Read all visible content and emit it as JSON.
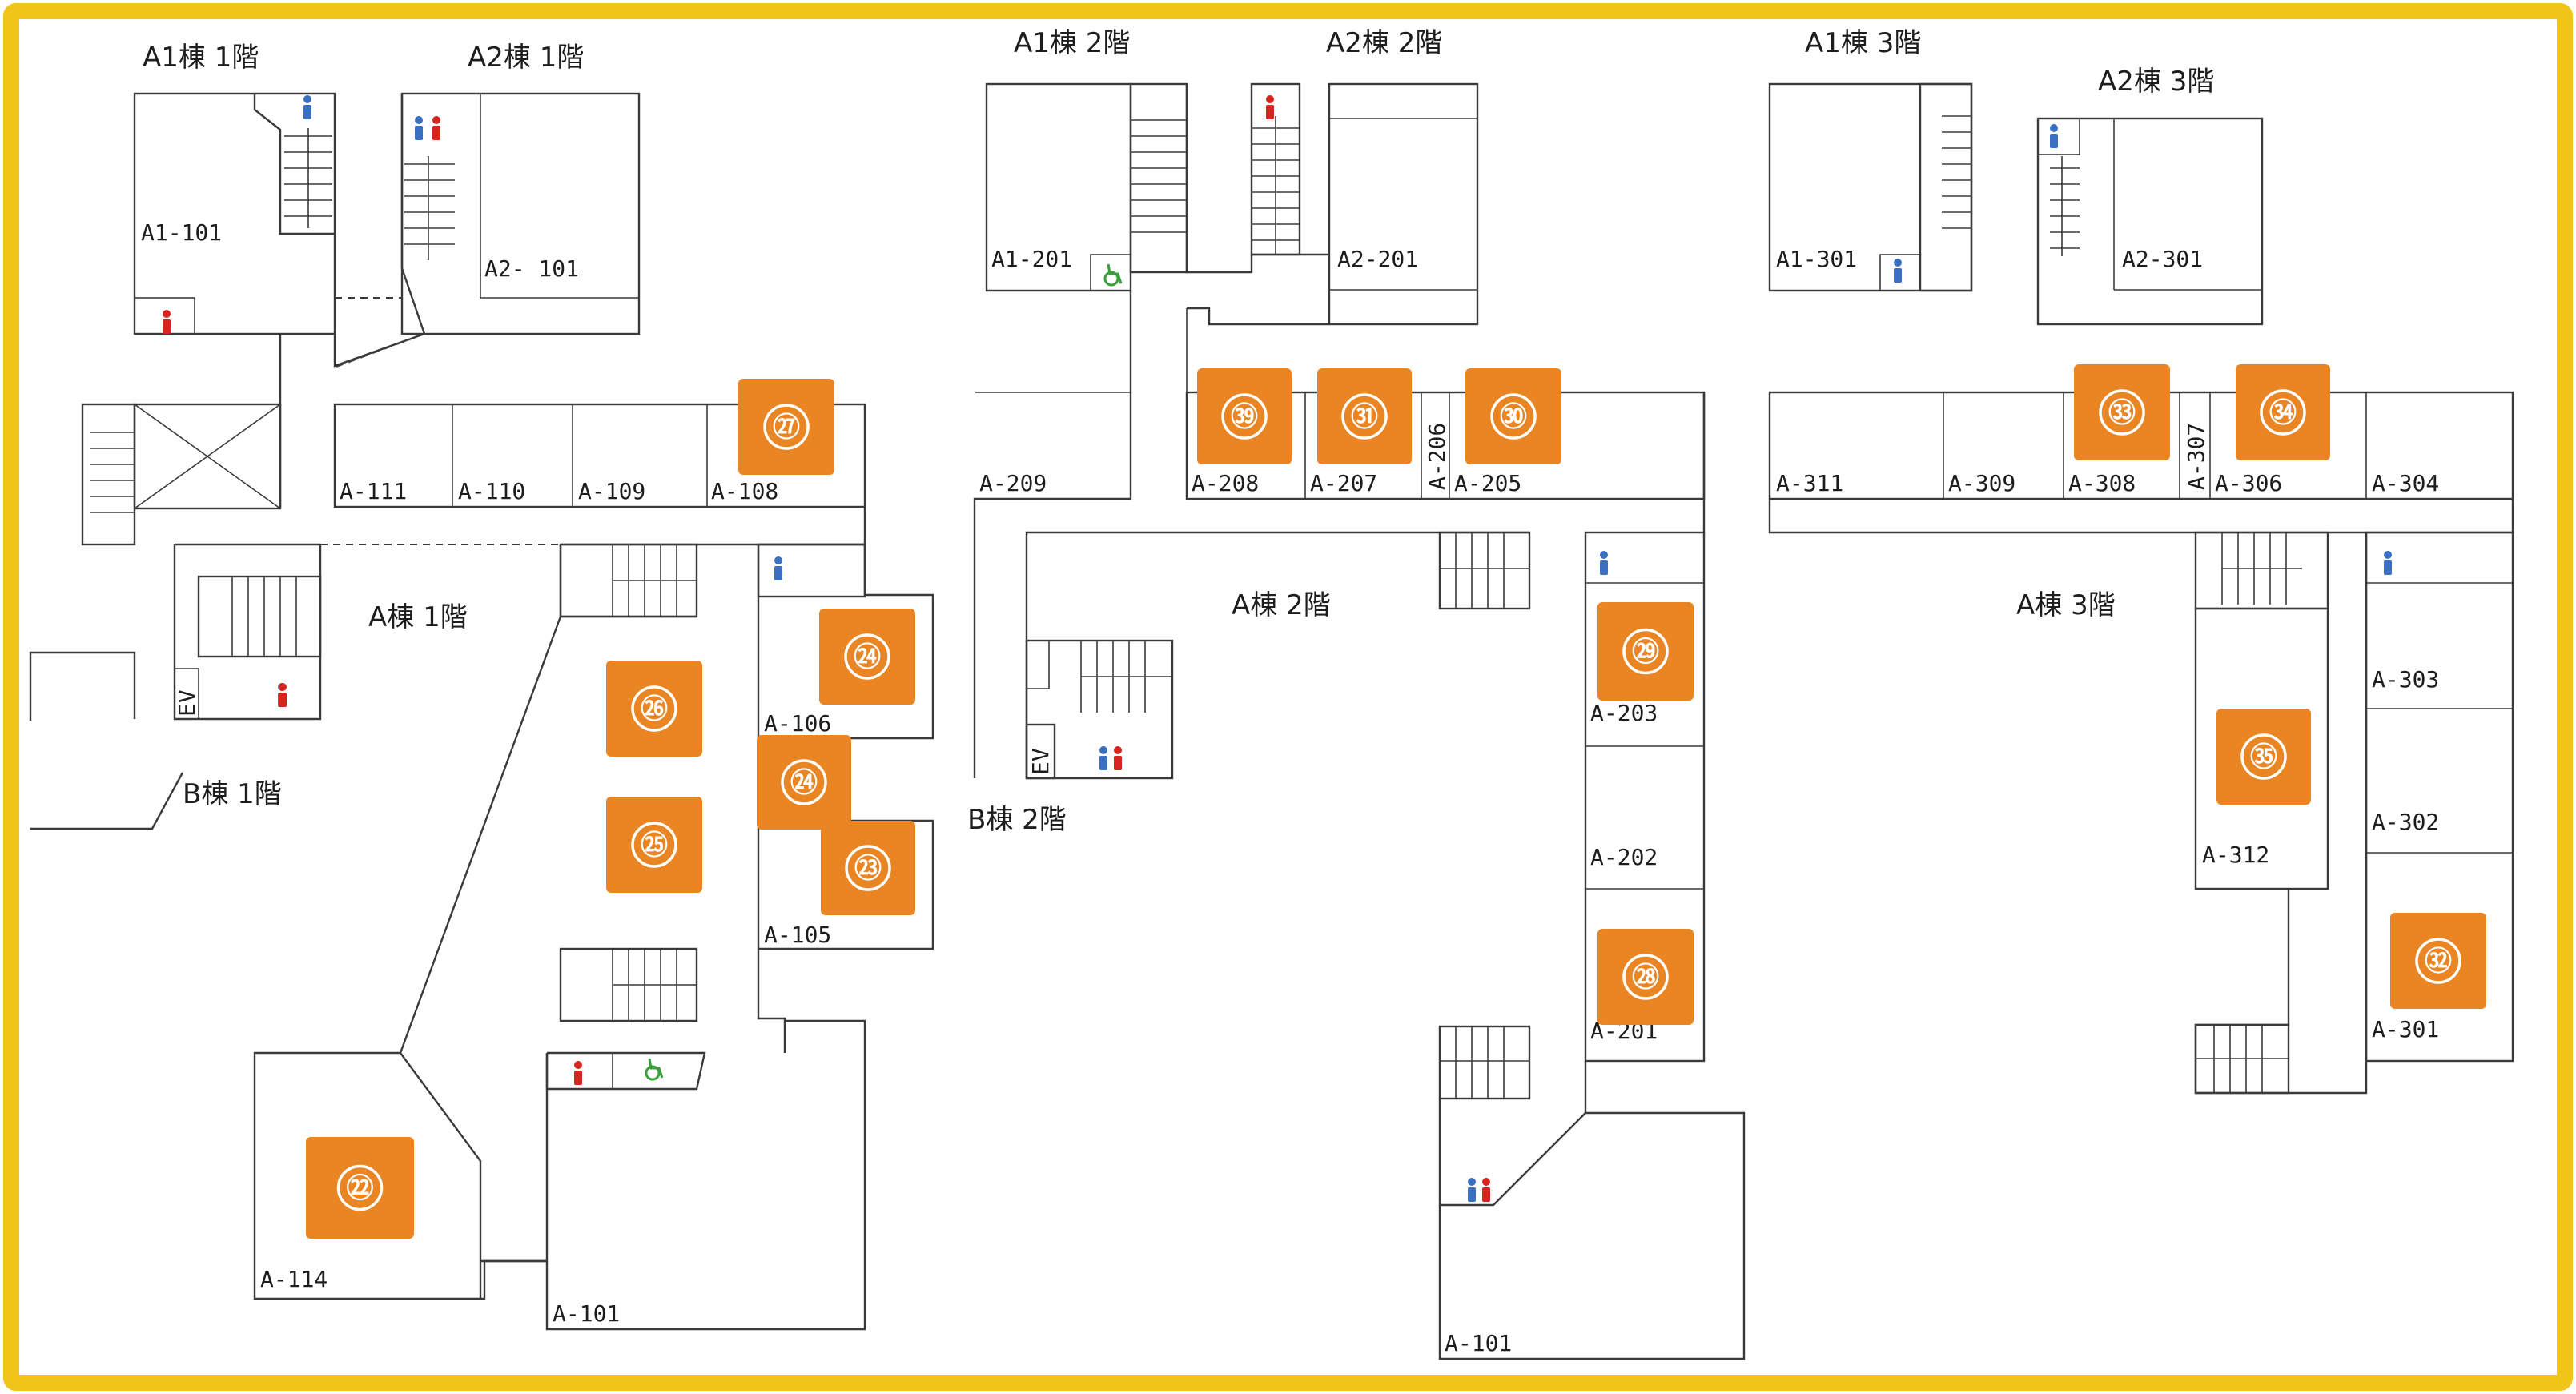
{
  "map": {
    "border_color": "#f0c419",
    "badge_color": "#ea8524",
    "area_labels": [
      {
        "id": "a1-1f",
        "text": "A1棟  1階"
      },
      {
        "id": "a2-1f",
        "text": "A2棟  1階"
      },
      {
        "id": "a-1f",
        "text": "A棟  1階"
      },
      {
        "id": "b-1f",
        "text": "B棟  1階"
      },
      {
        "id": "a1-2f",
        "text": "A1棟  2階"
      },
      {
        "id": "a2-2f",
        "text": "A2棟  2階"
      },
      {
        "id": "a-2f",
        "text": "A棟  2階"
      },
      {
        "id": "b-2f",
        "text": "B棟  2階"
      },
      {
        "id": "a1-3f",
        "text": "A1棟  3階"
      },
      {
        "id": "a2-3f",
        "text": "A2棟  3階"
      },
      {
        "id": "a-3f",
        "text": "A棟  3階"
      }
    ],
    "room_labels": [
      {
        "id": "A1-101",
        "text": "A1-101"
      },
      {
        "id": "A2-101",
        "text": "A2- 101"
      },
      {
        "id": "A-111",
        "text": "A-111"
      },
      {
        "id": "A-110",
        "text": "A-110"
      },
      {
        "id": "A-109",
        "text": "A-109"
      },
      {
        "id": "A-108",
        "text": "A-108"
      },
      {
        "id": "A-106",
        "text": "A-106"
      },
      {
        "id": "A-105",
        "text": "A-105"
      },
      {
        "id": "A-114",
        "text": "A-114"
      },
      {
        "id": "A-101a",
        "text": "A-101"
      },
      {
        "id": "EV1",
        "text": "EV"
      },
      {
        "id": "A1-201",
        "text": "A1-201"
      },
      {
        "id": "A2-201",
        "text": "A2-201"
      },
      {
        "id": "A-209",
        "text": "A-209"
      },
      {
        "id": "A-208",
        "text": "A-208"
      },
      {
        "id": "A-207",
        "text": "A-207"
      },
      {
        "id": "A-206",
        "text": "A-206"
      },
      {
        "id": "A-205",
        "text": "A-205"
      },
      {
        "id": "A-203",
        "text": "A-203"
      },
      {
        "id": "A-202",
        "text": "A-202"
      },
      {
        "id": "A-201",
        "text": "A-201"
      },
      {
        "id": "A-101b",
        "text": "A-101"
      },
      {
        "id": "EV2",
        "text": "EV"
      },
      {
        "id": "A1-301",
        "text": "A1-301"
      },
      {
        "id": "A2-301",
        "text": "A2-301"
      },
      {
        "id": "A-311",
        "text": "A-311"
      },
      {
        "id": "A-309",
        "text": "A-309"
      },
      {
        "id": "A-308",
        "text": "A-308"
      },
      {
        "id": "A-307",
        "text": "A-307"
      },
      {
        "id": "A-306",
        "text": "A-306"
      },
      {
        "id": "A-304",
        "text": "A-304"
      },
      {
        "id": "A-303",
        "text": "A-303"
      },
      {
        "id": "A-302",
        "text": "A-302"
      },
      {
        "id": "A-312",
        "text": "A-312"
      },
      {
        "id": "A-301",
        "text": "A-301"
      }
    ],
    "badges": [
      {
        "id": "b27",
        "text": "㉗"
      },
      {
        "id": "b24a",
        "text": "㉔"
      },
      {
        "id": "b26",
        "text": "㉖"
      },
      {
        "id": "b24b",
        "text": "㉔"
      },
      {
        "id": "b25",
        "text": "㉕"
      },
      {
        "id": "b23",
        "text": "㉓"
      },
      {
        "id": "b22",
        "text": "㉒"
      },
      {
        "id": "b39",
        "text": "㊴"
      },
      {
        "id": "b31",
        "text": "㉛"
      },
      {
        "id": "b30",
        "text": "㉚"
      },
      {
        "id": "b29",
        "text": "㉙"
      },
      {
        "id": "b28",
        "text": "㉘"
      },
      {
        "id": "b33",
        "text": "㉝"
      },
      {
        "id": "b34",
        "text": "㉞"
      },
      {
        "id": "b35",
        "text": "㉟"
      },
      {
        "id": "b32",
        "text": "㉜"
      }
    ],
    "icons": [
      "male-restroom-icon",
      "female-restroom-icon",
      "accessible-icon",
      "stairs-icon",
      "elevator-icon"
    ]
  }
}
